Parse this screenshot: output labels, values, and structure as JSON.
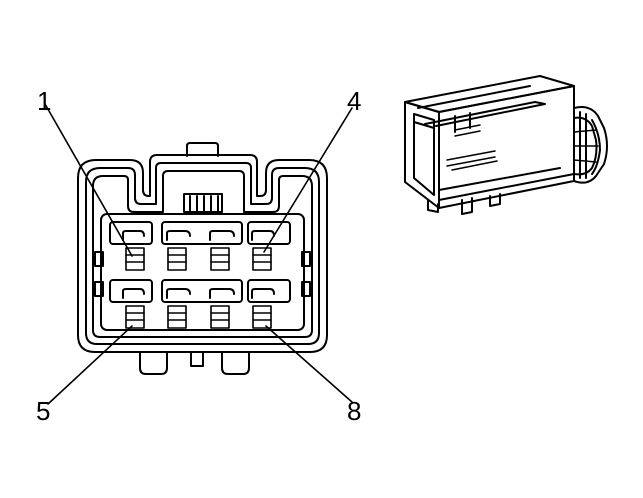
{
  "diagram": {
    "callouts": [
      {
        "id": "pin-1",
        "label": "1"
      },
      {
        "id": "pin-4",
        "label": "4"
      },
      {
        "id": "pin-5",
        "label": "5"
      },
      {
        "id": "pin-8",
        "label": "8"
      }
    ]
  }
}
